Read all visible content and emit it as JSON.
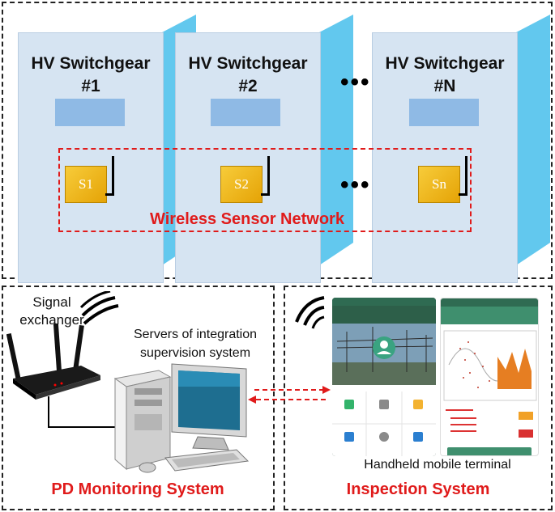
{
  "switchgears": [
    {
      "label_line1": "HV Switchgear",
      "label_line2": "#1",
      "sensor": "S1"
    },
    {
      "label_line1": "HV Switchgear",
      "label_line2": "#2",
      "sensor": "S2"
    },
    {
      "label_line1": "HV Switchgear",
      "label_line2": "#N",
      "sensor": "Sn"
    }
  ],
  "ellipsis": "•••",
  "wsn_label": "Wireless Sensor Network",
  "pd": {
    "signal_line1": "Signal",
    "signal_line2": "exchanger",
    "servers_line1": "Servers of  integration",
    "servers_line2": "supervision system",
    "title": "PD Monitoring System"
  },
  "inspection": {
    "terminal_label": "Handheld mobile terminal",
    "title": "Inspection System"
  },
  "colors": {
    "accent_red": "#e01b1b",
    "cabinet_face": "#d6e4f2",
    "cabinet_side": "#62c8ee",
    "sensor_gold": "#f2b91c",
    "phone_green": "#3f8f6e"
  }
}
